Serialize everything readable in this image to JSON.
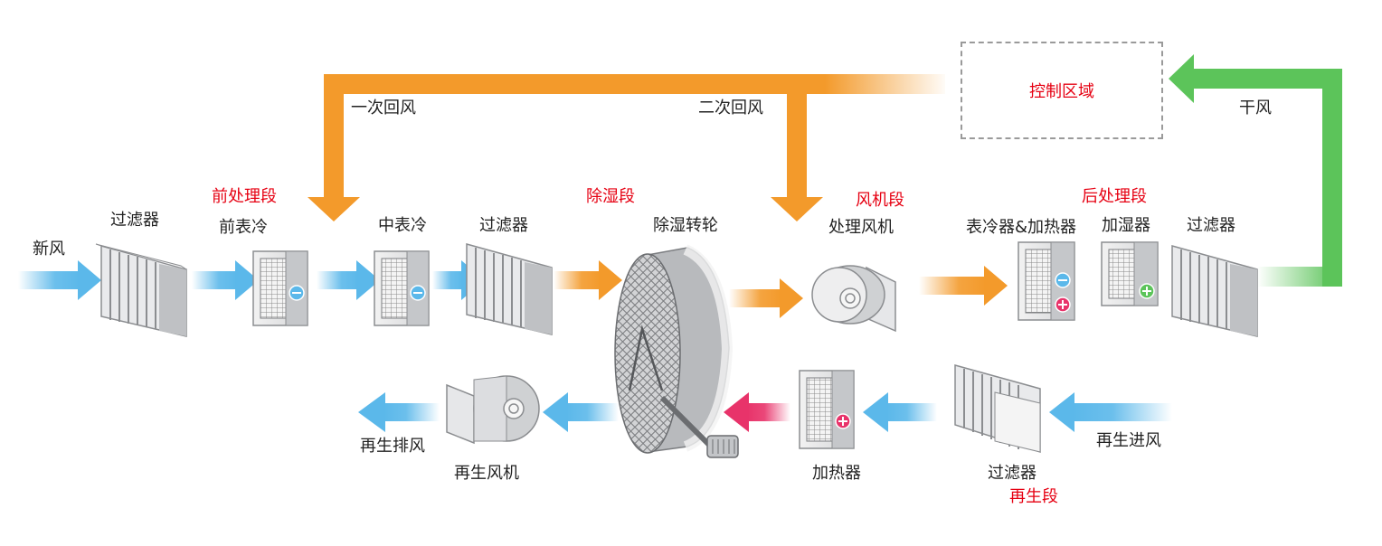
{
  "colors": {
    "fresh_air_blue": "#5bb8ea",
    "return_air_orange": "#f39a2b",
    "dry_air_green": "#5cc45a",
    "heated_air_red": "#e8336a",
    "section_title_red": "#e60012",
    "equipment_gray": "#c9cacc"
  },
  "control_zone": {
    "label": "控制区域"
  },
  "sections": {
    "pre_treatment": "前处理段",
    "dehumidify": "除湿段",
    "fan": "风机段",
    "post_treatment": "后处理段",
    "regeneration": "再生段"
  },
  "air_labels": {
    "fresh_air": "新风",
    "primary_return": "一次回风",
    "secondary_return": "二次回风",
    "dry_air": "干风",
    "regen_inlet": "再生进风",
    "regen_exhaust": "再生排风"
  },
  "components": {
    "filter_1": "过滤器",
    "pre_cooler": "前表冷",
    "mid_cooler": "中表冷",
    "filter_2": "过滤器",
    "rotor": "除湿转轮",
    "process_fan": "处理风机",
    "cooler_heater": "表冷器&加热器",
    "humidifier": "加湿器",
    "filter_3": "过滤器",
    "regen_filter": "过滤器",
    "regen_heater": "加热器",
    "regen_fan": "再生风机"
  },
  "icons": {
    "cooling": "minus-circle-icon",
    "heating": "plus-circle-icon"
  }
}
